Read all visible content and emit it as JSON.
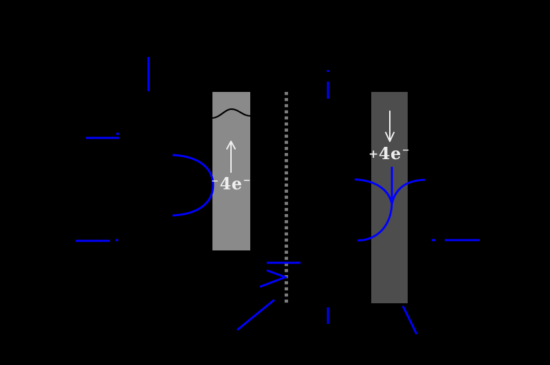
{
  "figure": {
    "description": "electrochemical-cell-diagram",
    "background": "#000000"
  },
  "colors": {
    "flow_blue": "#0000ff",
    "electrode_left_gray": "#8a8a8a",
    "electrode_right_gray": "#4d4d4d",
    "membrane_gray": "#7d7d7d",
    "annotation_white": "#f0f0f0",
    "wave_black": "#000000"
  },
  "left_electrode_label": {
    "prefix": "−",
    "main": "4e",
    "sup": "−"
  },
  "right_electrode_label": {
    "prefix": "+",
    "main": "4e",
    "sup": "−"
  },
  "icons": {
    "up_arrow": "electron-flow-up-arrow",
    "down_arrow": "electron-flow-down-arrow"
  }
}
